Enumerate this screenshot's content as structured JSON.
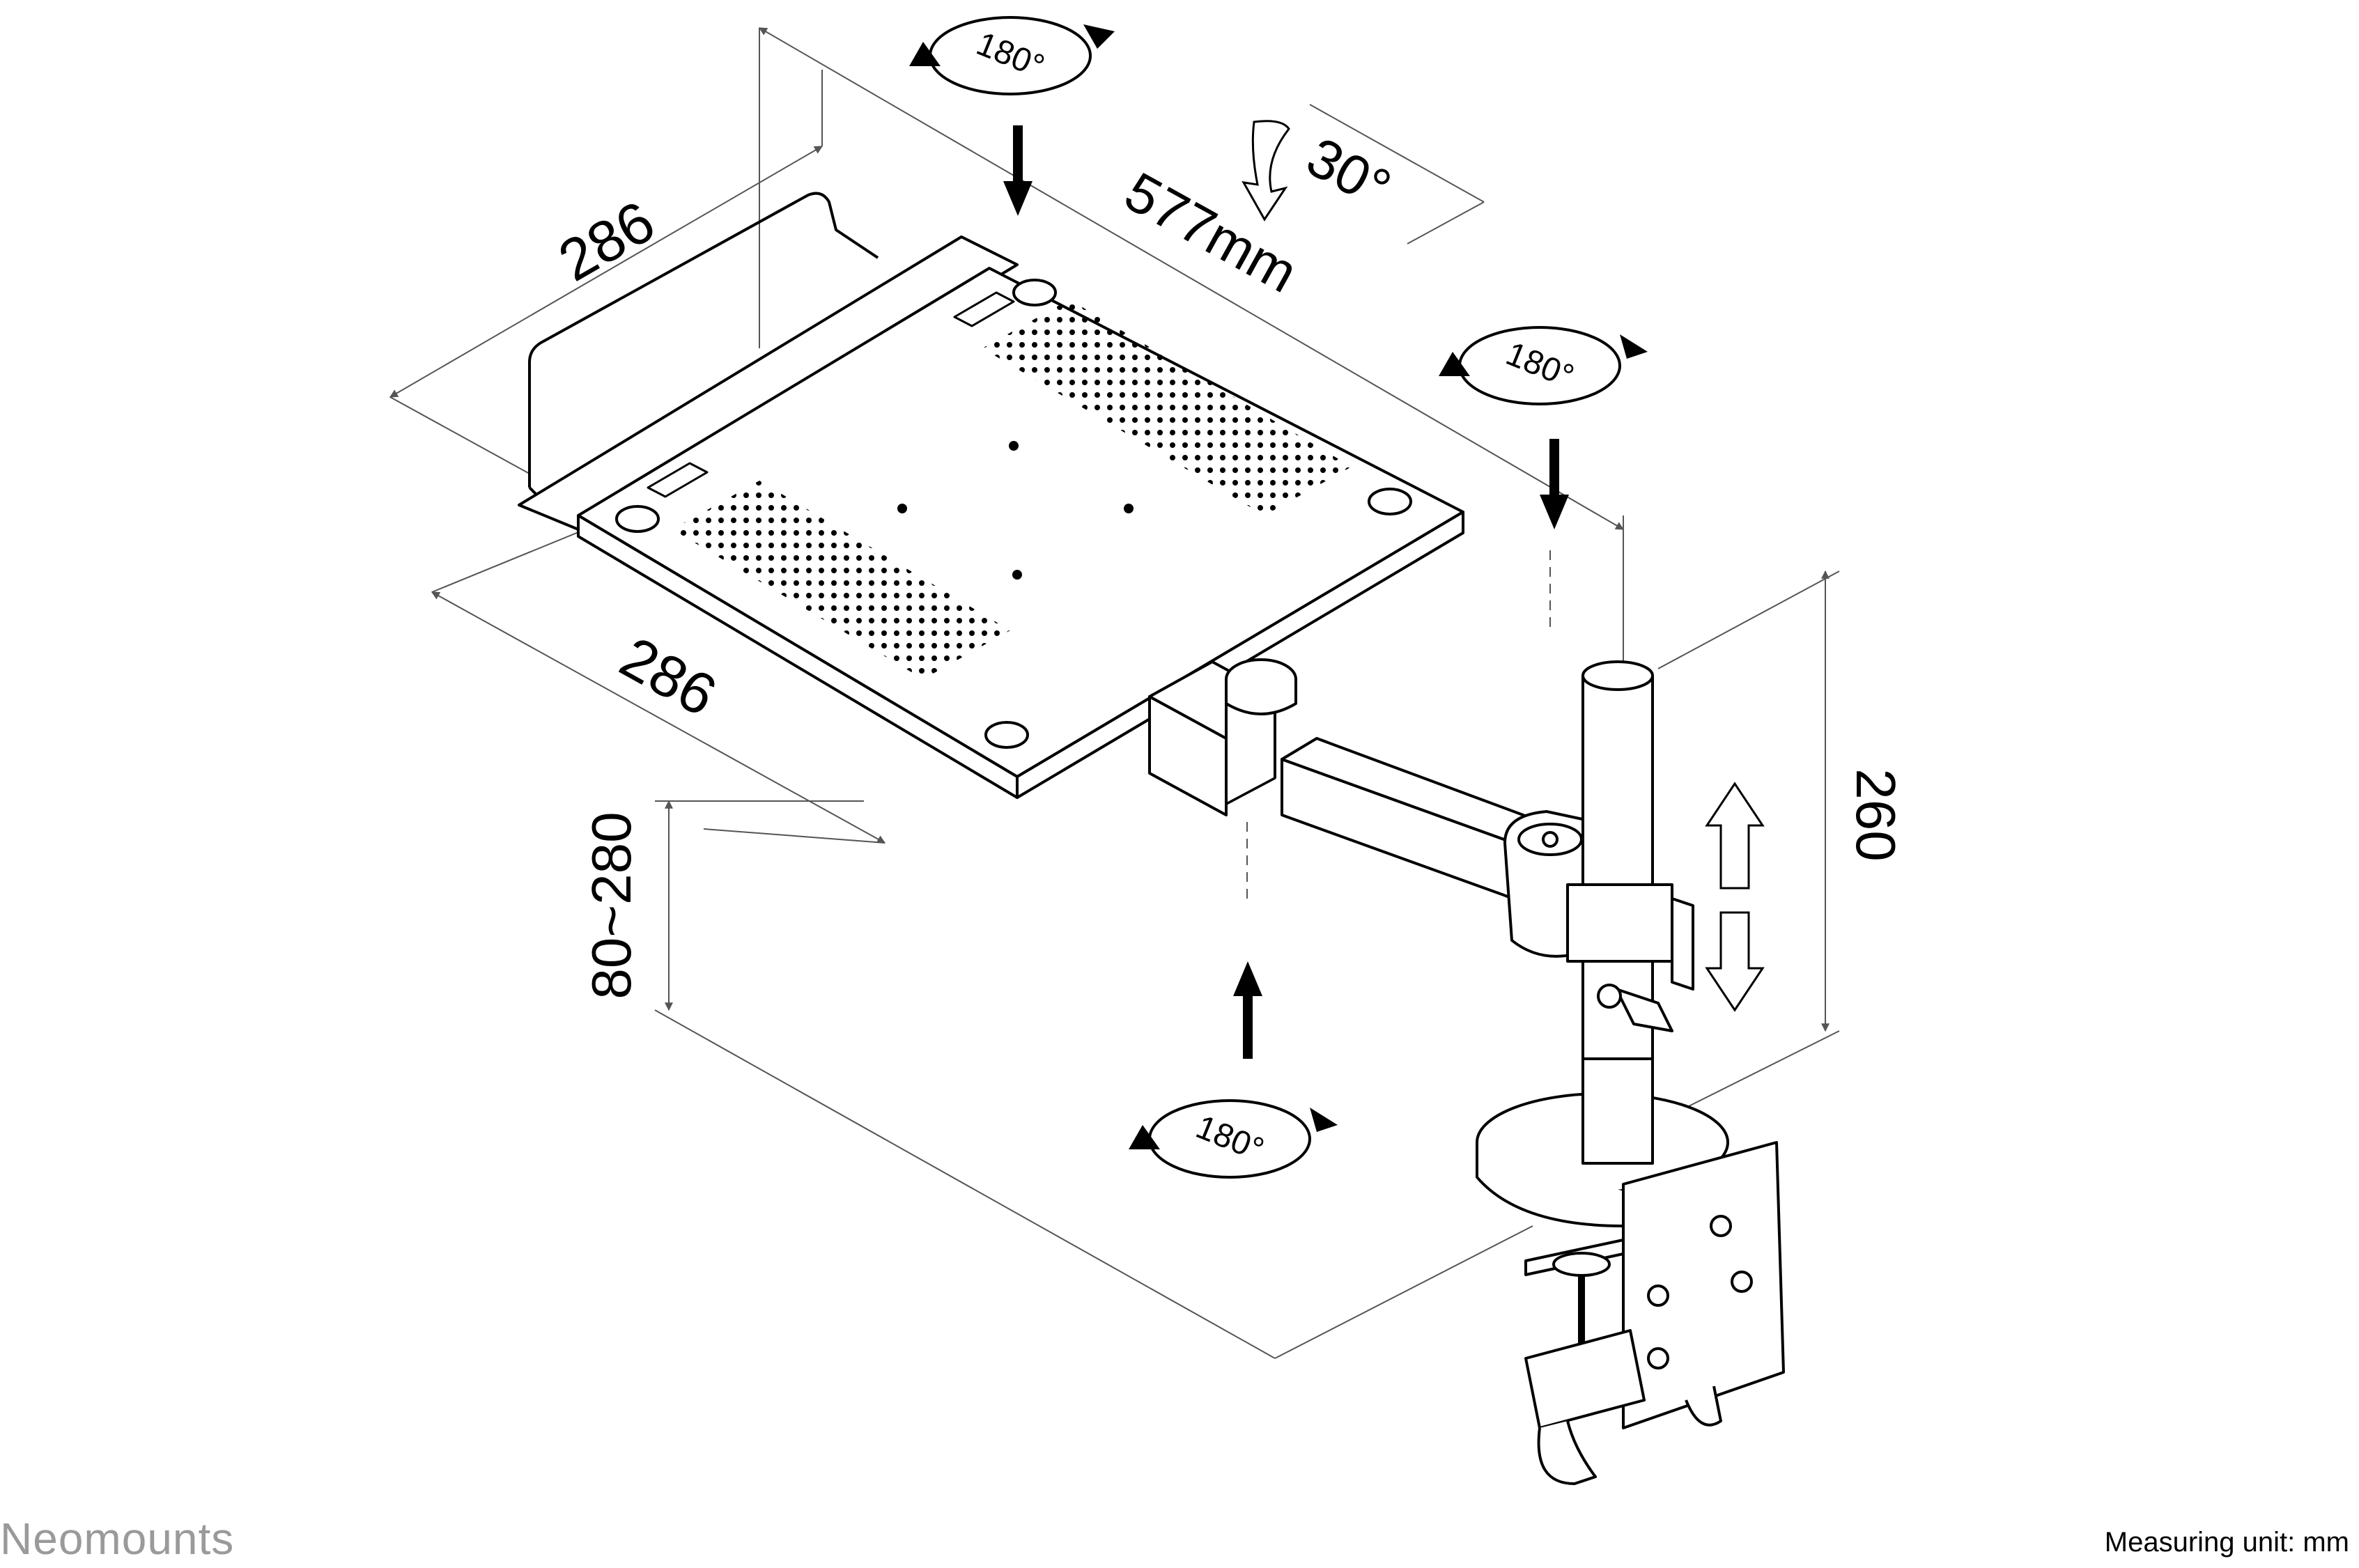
{
  "brand": {
    "name": "Neomounts"
  },
  "footer": {
    "measuring_unit": "Measuring unit: mm"
  },
  "dimensions": {
    "tray_depth": "286",
    "tray_width": "286",
    "arm_length": "577mm",
    "height_range": "80~280",
    "pole_height": "260"
  },
  "rotations": {
    "top": "180°",
    "right": "180°",
    "bottom": "180°",
    "tilt": "30°"
  },
  "colors": {
    "line": "#000000",
    "fill": "#ffffff",
    "brand": "#9a9a9a",
    "accent": "#cccccc"
  }
}
